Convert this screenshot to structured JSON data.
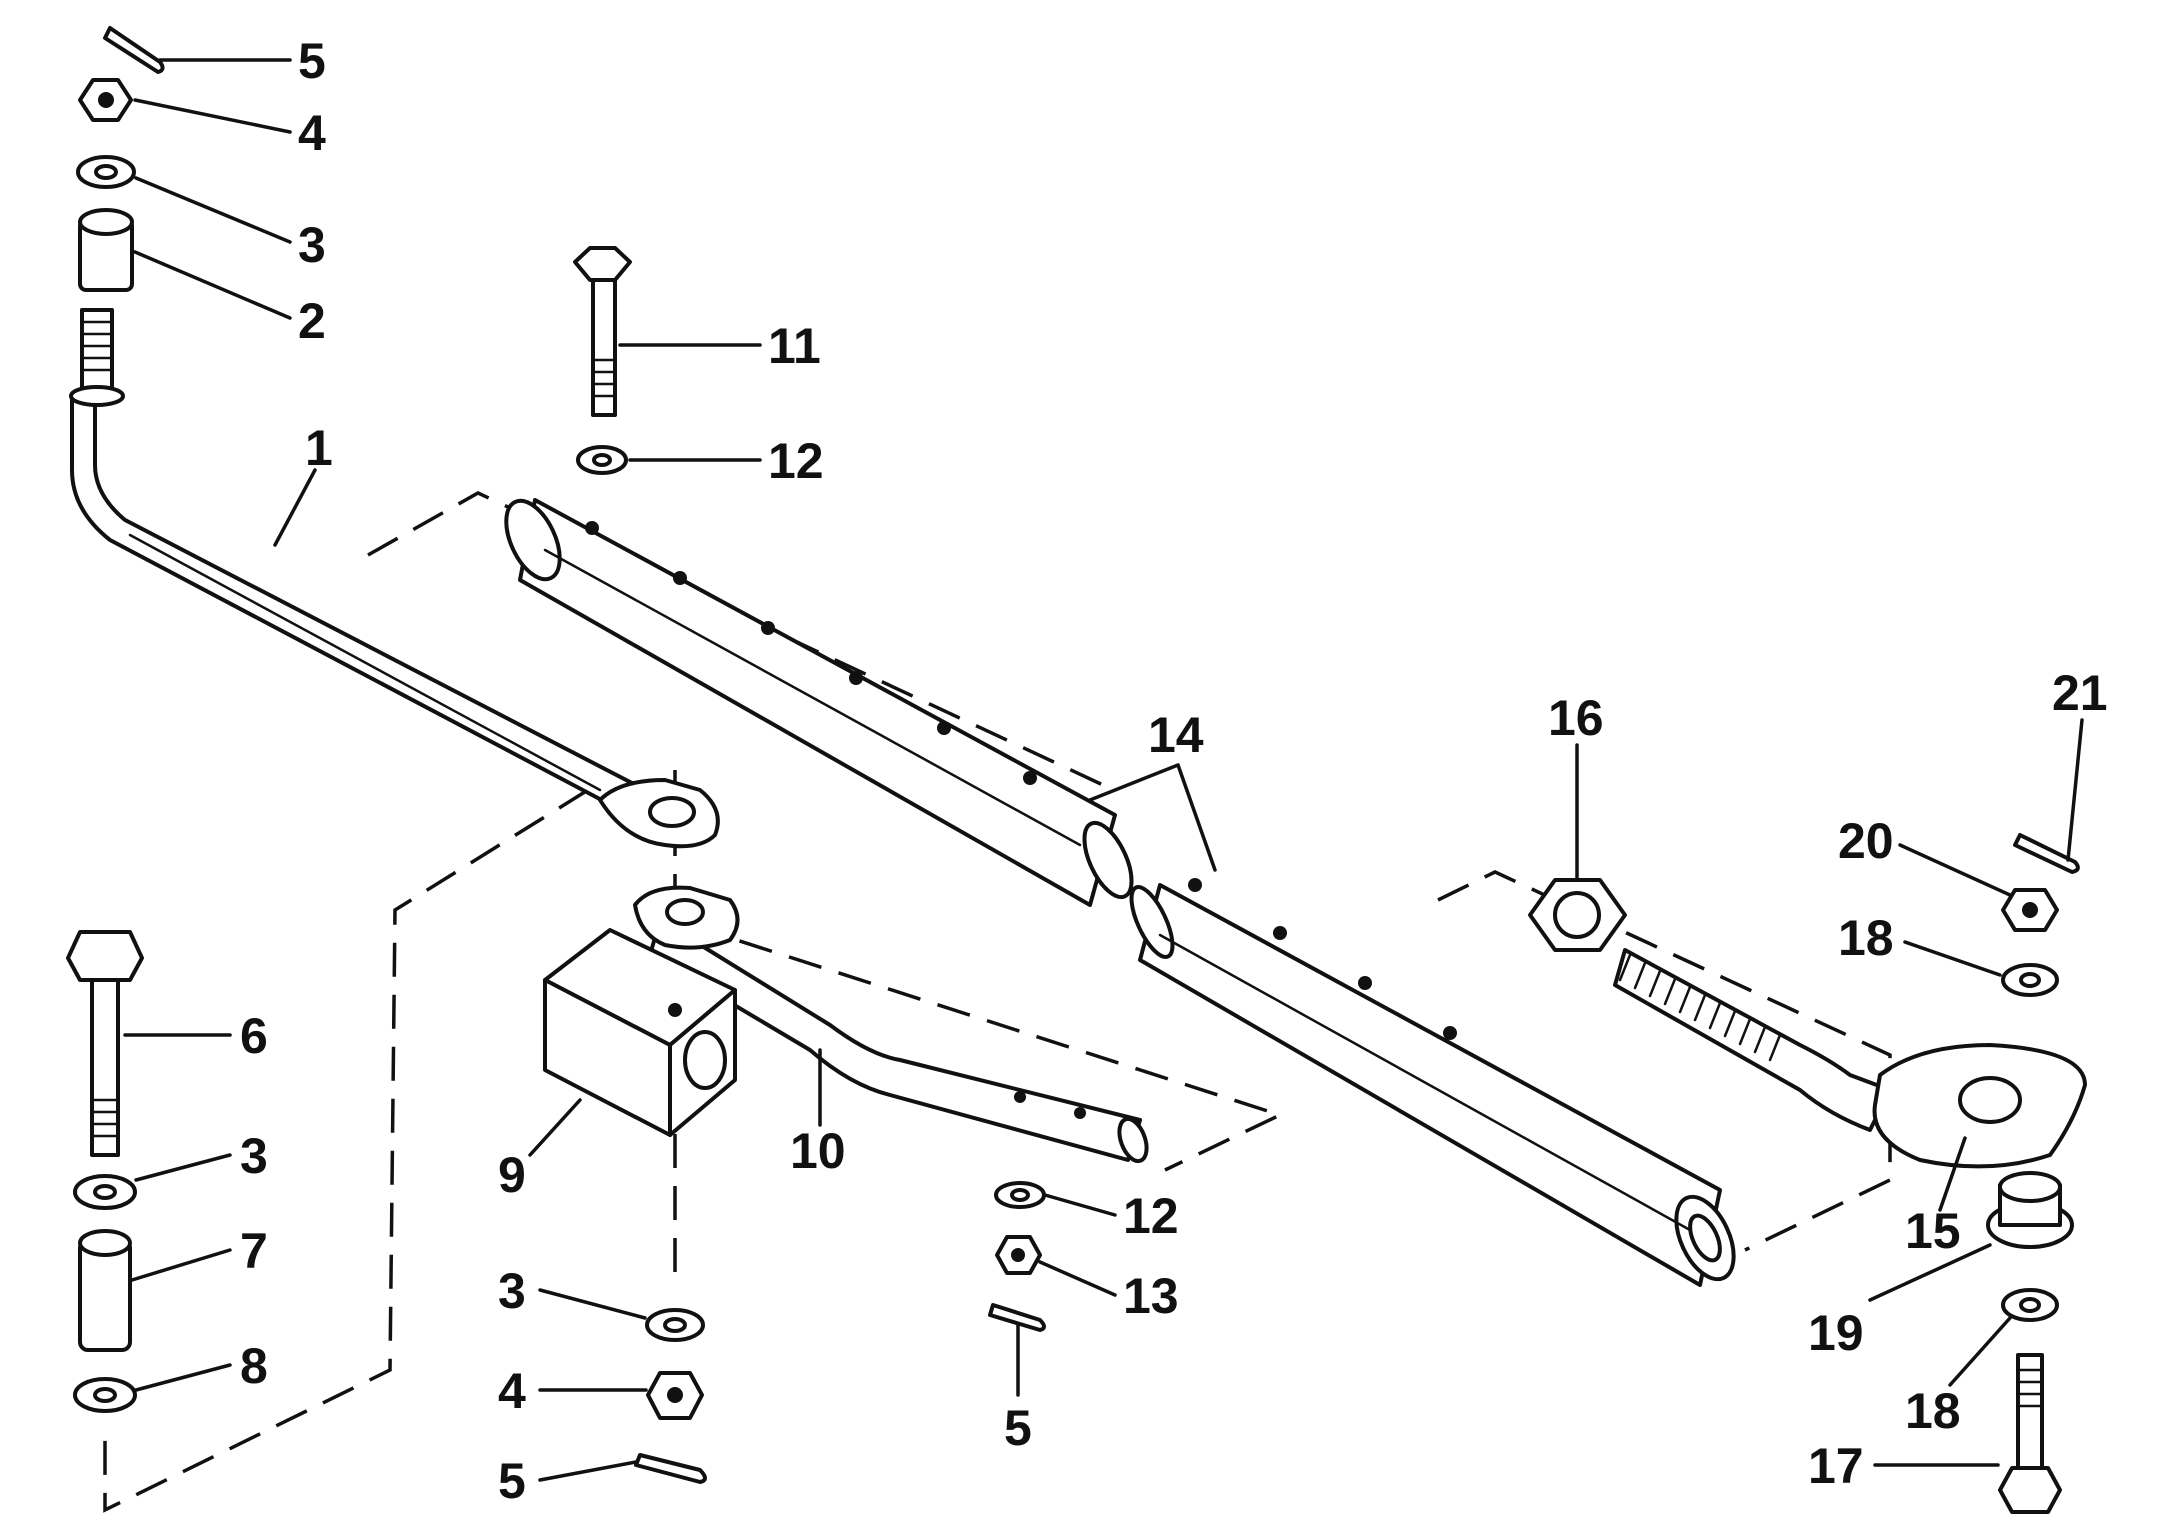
{
  "diagram": {
    "callouts": [
      {
        "id": "c5a",
        "text": "5"
      },
      {
        "id": "c4a",
        "text": "4"
      },
      {
        "id": "c3a",
        "text": "3"
      },
      {
        "id": "c2",
        "text": "2"
      },
      {
        "id": "c11",
        "text": "11"
      },
      {
        "id": "c12a",
        "text": "12"
      },
      {
        "id": "c1",
        "text": "1"
      },
      {
        "id": "c14",
        "text": "14"
      },
      {
        "id": "c16",
        "text": "16"
      },
      {
        "id": "c21",
        "text": "21"
      },
      {
        "id": "c20",
        "text": "20"
      },
      {
        "id": "c18a",
        "text": "18"
      },
      {
        "id": "c6",
        "text": "6"
      },
      {
        "id": "c3b",
        "text": "3"
      },
      {
        "id": "c7",
        "text": "7"
      },
      {
        "id": "c8",
        "text": "8"
      },
      {
        "id": "c9",
        "text": "9"
      },
      {
        "id": "c10",
        "text": "10"
      },
      {
        "id": "c12b",
        "text": "12"
      },
      {
        "id": "c13",
        "text": "13"
      },
      {
        "id": "c5b",
        "text": "5"
      },
      {
        "id": "c3c",
        "text": "3"
      },
      {
        "id": "c4b",
        "text": "4"
      },
      {
        "id": "c5c",
        "text": "5"
      },
      {
        "id": "c15",
        "text": "15"
      },
      {
        "id": "c19",
        "text": "19"
      },
      {
        "id": "c18b",
        "text": "18"
      },
      {
        "id": "c17",
        "text": "17"
      }
    ]
  }
}
